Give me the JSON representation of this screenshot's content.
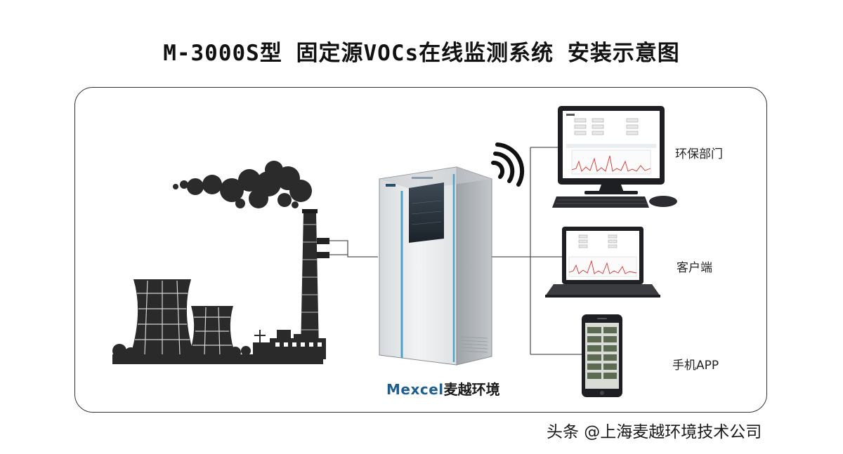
{
  "title": "M-3000S型 固定源VOCs在线监测系统 安装示意图",
  "endpoints": [
    {
      "label": "环保部门"
    },
    {
      "label": "客户端"
    },
    {
      "label": "手机APP"
    }
  ],
  "brand": {
    "latin": "Mexcel",
    "cn": "麦越环境"
  },
  "watermark": "头条 @上海麦越环境技术公司",
  "colors": {
    "accent": "#4aa3c6",
    "brand": "#1e5e8e",
    "line": "#555555",
    "chart_red": "#d9302c"
  }
}
